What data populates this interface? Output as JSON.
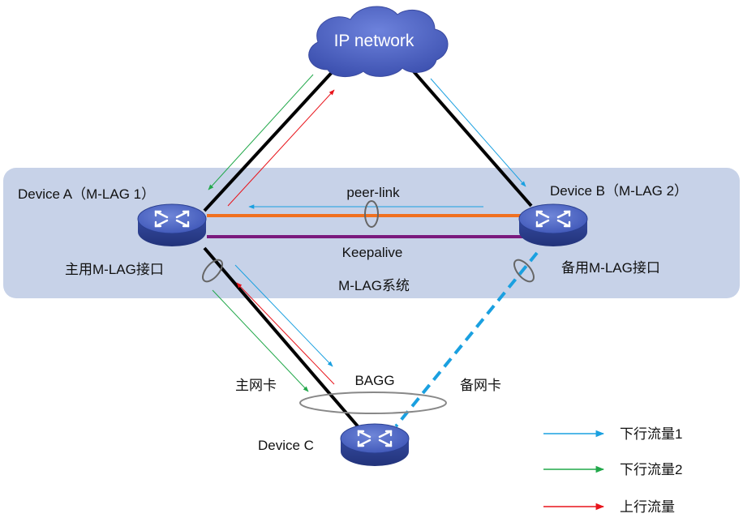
{
  "network": {
    "cloud_label": "IP network"
  },
  "devices": {
    "a": {
      "name": "Device A（M-LAG 1）",
      "port_label": "主用M-LAG接口"
    },
    "b": {
      "name": "Device B（M-LAG 2）",
      "port_label": "备用M-LAG接口"
    },
    "c": {
      "name": "Device C"
    }
  },
  "links": {
    "peer_link": "peer-link",
    "keepalive": "Keepalive",
    "mlag_system": "M-LAG系统",
    "bagg": "BAGG",
    "primary_nic": "主网卡",
    "backup_nic": "备网卡"
  },
  "legend": {
    "items": [
      {
        "label": "下行流量1",
        "color": "#1aa0e0"
      },
      {
        "label": "下行流量2",
        "color": "#21a84a"
      },
      {
        "label": "上行流量",
        "color": "#e8141b"
      }
    ]
  },
  "colors": {
    "mlag_region": "#c7d2e8",
    "peer_link": "#f07020",
    "keepalive": "#7b1a7e",
    "backup_link": "#1aa0e0",
    "cloud": "#4a5fc0",
    "router": "#3a52b0"
  }
}
